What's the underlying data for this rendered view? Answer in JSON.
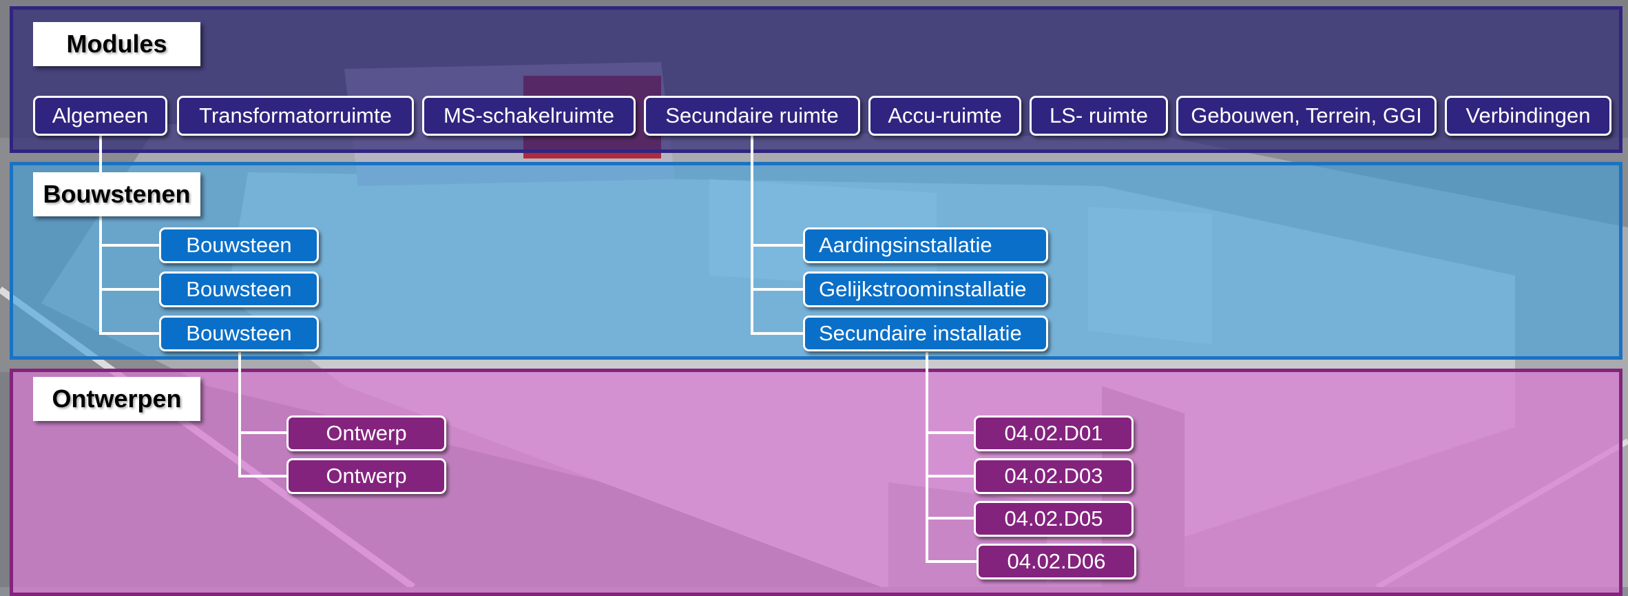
{
  "sections": {
    "modules": "Modules",
    "bouwstenen": "Bouwstenen",
    "ontwerpen": "Ontwerpen"
  },
  "modules": [
    "Algemeen",
    "Transformatorruimte",
    "MS-schakelruimte",
    "Secundaire ruimte",
    "Accu-ruimte",
    "LS- ruimte",
    "Gebouwen, Terrein, GGI",
    "Verbindingen"
  ],
  "bouwstenen": {
    "left": [
      "Bouwsteen",
      "Bouwsteen",
      "Bouwsteen"
    ],
    "right": [
      "Aardingsinstallatie",
      "Gelijkstroominstallatie",
      "Secundaire installatie"
    ]
  },
  "ontwerpen": {
    "left": [
      "Ontwerp",
      "Ontwerp"
    ],
    "right": [
      "04.02.D01",
      "04.02.D03",
      "04.02.D05",
      "04.02.D06"
    ]
  },
  "colors": {
    "modules": "#2f2580",
    "bouwstenen": "#0a6fc8",
    "ontwerpen": "#84237e",
    "connector": "#ffffff"
  }
}
